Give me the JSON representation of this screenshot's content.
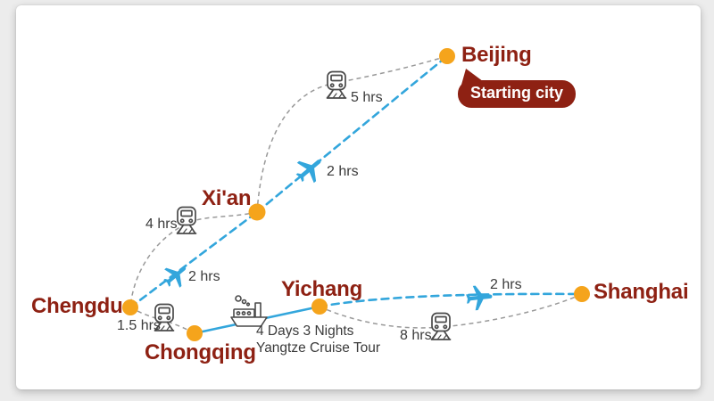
{
  "diagram": {
    "title_hint": "China multi-city travel route diagram",
    "badge": {
      "label": "Starting city"
    },
    "cities": [
      {
        "name": "Beijing"
      },
      {
        "name": "Xi'an"
      },
      {
        "name": "Chengdu"
      },
      {
        "name": "Chongqing"
      },
      {
        "name": "Yichang"
      },
      {
        "name": "Shanghai"
      }
    ],
    "routes": [
      {
        "from": "Xi'an",
        "to": "Beijing",
        "mode": "train",
        "duration": "5 hrs",
        "line_style": "gray-dashed-curve"
      },
      {
        "from": "Xi'an",
        "to": "Beijing",
        "mode": "plane",
        "duration": "2 hrs",
        "line_style": "blue-dashed"
      },
      {
        "from": "Chengdu",
        "to": "Xi'an",
        "mode": "train",
        "duration": "4 hrs",
        "line_style": "gray-dashed-curve"
      },
      {
        "from": "Chengdu",
        "to": "Xi'an",
        "mode": "plane",
        "duration": "2 hrs",
        "line_style": "blue-dashed"
      },
      {
        "from": "Chengdu",
        "to": "Chongqing",
        "mode": "train",
        "duration": "1.5 hrs",
        "line_style": "gray-dashed-curve"
      },
      {
        "from": "Chongqing",
        "to": "Yichang",
        "mode": "cruise",
        "duration": "4 Days 3 Nights",
        "description": "Yangtze Cruise Tour",
        "line_style": "blue-solid"
      },
      {
        "from": "Yichang",
        "to": "Shanghai",
        "mode": "plane",
        "duration": "2 hrs",
        "line_style": "blue-dashed"
      },
      {
        "from": "Yichang",
        "to": "Shanghai",
        "mode": "train",
        "duration": "8 hrs",
        "line_style": "gray-dashed-curve"
      }
    ],
    "colors": {
      "city_label": "#8e2113",
      "badge_bg": "#8e2113",
      "badge_text": "#ffffff",
      "city_dot": "#f5a41c",
      "route_blue": "#33a6dc",
      "route_gray": "#999999",
      "icon_stroke": "#4a4a4a",
      "duration_text": "#3b3b3b",
      "card_bg": "#ffffff"
    }
  }
}
